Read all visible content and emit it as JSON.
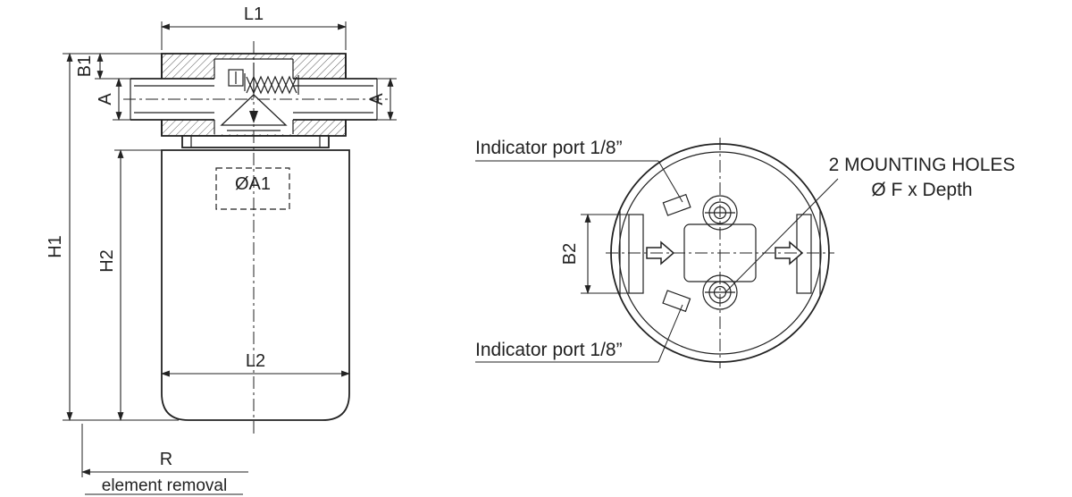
{
  "colors": {
    "line": "#222222",
    "background": "#ffffff"
  },
  "side_view": {
    "dim_L1": "L1",
    "dim_B1": "B1",
    "dim_A_left": "A",
    "dim_A_right": "A",
    "dim_H1": "H1",
    "dim_H2": "H2",
    "dim_OA1": "ØA1",
    "dim_L2": "L2",
    "dim_R": "R",
    "element_removal": "element removal"
  },
  "top_view": {
    "indicator_top": "Indicator port 1/8”",
    "indicator_bottom": "Indicator port 1/8”",
    "mounting_title": "2 MOUNTING HOLES",
    "mounting_spec": "Ø F x Depth",
    "dim_B2": "B2"
  }
}
